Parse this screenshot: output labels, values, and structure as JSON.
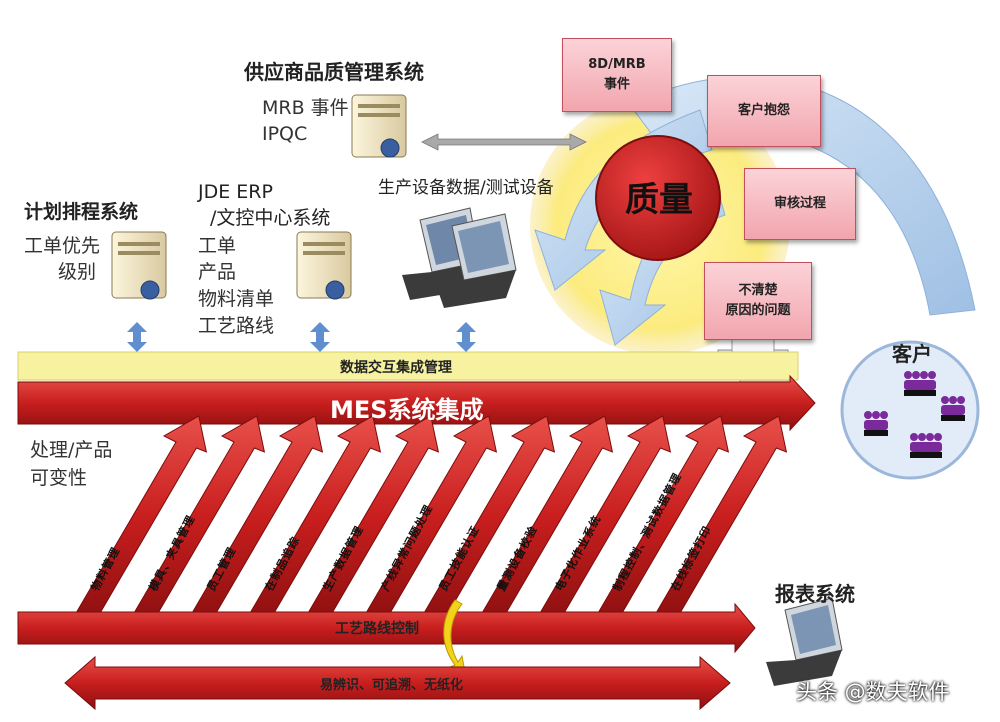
{
  "supplier_system": {
    "title": "供应商品质管理系统",
    "line1": "MRB 事件",
    "line2": "IPQC"
  },
  "planning_system": {
    "title": "计划排程系统",
    "line1": "工单优先",
    "line2": "级别"
  },
  "erp_system": {
    "title1": "JDE ERP",
    "title2": "/文控中心系统",
    "items": [
      "工单",
      "产品",
      "物料清单",
      "工艺路线"
    ]
  },
  "equipment": {
    "title": "生产设备数据/测试设备"
  },
  "quality": {
    "center": "质量",
    "box_8d": "8D/MRB\n事件",
    "complaint": "客户抱怨",
    "audit": "审核过程",
    "unclear": "不清楚\n原因的问题"
  },
  "customer": {
    "label": "客户"
  },
  "data_bar": {
    "label": "数据交互集成管理"
  },
  "mes": {
    "label": "MES系统集成"
  },
  "process": {
    "line1": "处理/产品",
    "line2": "可变性"
  },
  "modules": [
    "物料管理",
    "模具、夹具管理",
    "员工管理",
    "在制品追踪",
    "生产数据管理",
    "产线异常问题处理",
    "员工技能认证",
    "量测设备校验",
    "电子化作业系统",
    "制程控制、测试数据管理",
    "在线标签打印"
  ],
  "route_bar": {
    "label": "工艺路线控制"
  },
  "trace_bar": {
    "label": "易辨识、可追溯、无纸化"
  },
  "report": {
    "label": "报表系统"
  },
  "watermark": {
    "text": "头条 @数夫软件"
  },
  "colors": {
    "red": "#d42a2a",
    "dark_red": "#9e1414",
    "yellow": "#f6f2a0",
    "blue": "#bcd6ee",
    "pink": "#f5b3bb"
  }
}
